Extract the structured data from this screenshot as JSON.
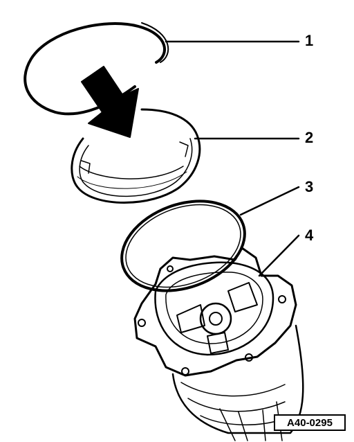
{
  "figure": {
    "code": "A40-0295",
    "callouts": [
      {
        "label": "1"
      },
      {
        "label": "2"
      },
      {
        "label": "3"
      },
      {
        "label": "4"
      }
    ]
  },
  "colors": {
    "ink": "#000000",
    "paper": "#ffffff"
  }
}
